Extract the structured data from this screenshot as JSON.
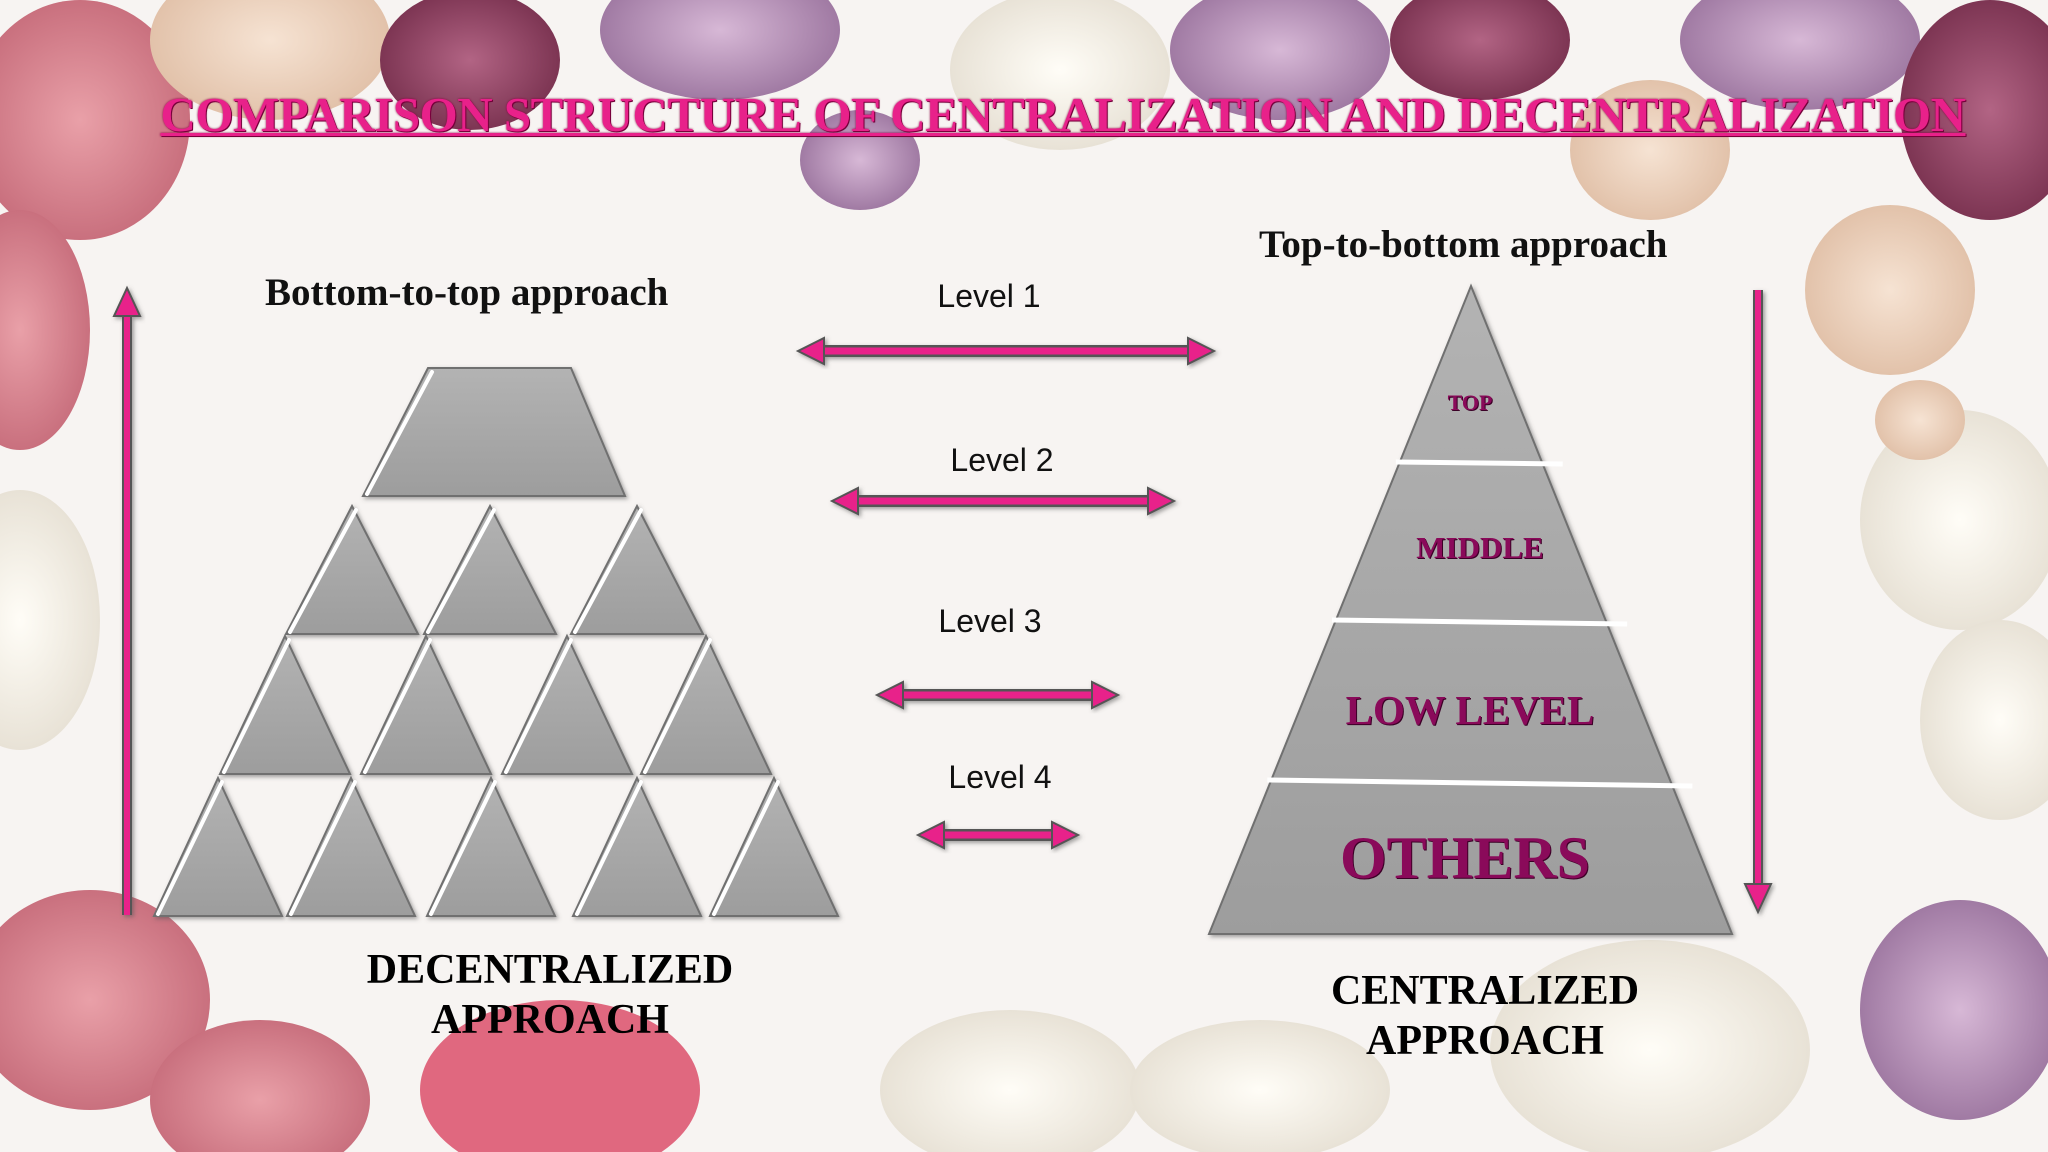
{
  "title": "COMPARISON STRUCTURE OF CENTRALIZATION AND DECENTRALIZATION",
  "left": {
    "approach": "Bottom-to-top approach",
    "label_line1": "DECENTRALIZED",
    "label_line2": "APPROACH"
  },
  "right": {
    "approach": "Top-to-bottom approach",
    "label_line1": "CENTRALIZED",
    "label_line2": "APPROACH",
    "tiers": [
      "TOP",
      "MIDDLE",
      "LOW LEVEL",
      "OTHERS"
    ]
  },
  "levels": [
    "Level 1",
    "Level 2",
    "Level 3",
    "Level 4"
  ],
  "colors": {
    "accent": "#e8218a",
    "shape_fill": "#a9a9a9",
    "tier_text": "#8a0a5a"
  }
}
